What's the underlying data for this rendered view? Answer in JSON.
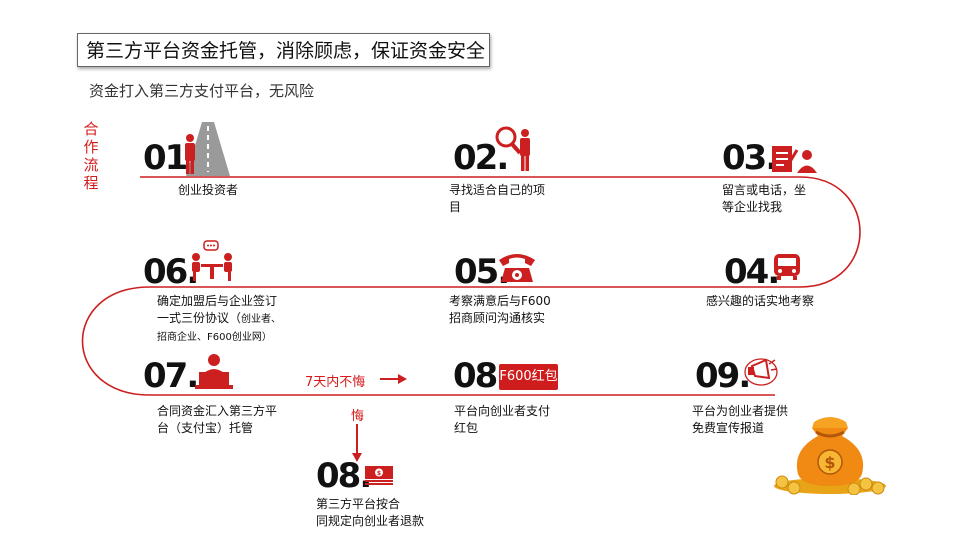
{
  "header": {
    "title": "第三方平台资金托管，消除顾虑，保证资金安全",
    "subtitle": "资金打入第三方支付平台，无风险",
    "flow_label": [
      "合",
      "作",
      "流",
      "程"
    ]
  },
  "steps": [
    {
      "num": "01.",
      "lines": [
        "创业投资者"
      ],
      "icon": "person-road-icon"
    },
    {
      "num": "02.",
      "lines": [
        "寻找适合自己的项",
        "目"
      ],
      "icon": "person-magnifier-icon"
    },
    {
      "num": "03.",
      "lines": [
        "留言或电话，坐",
        "等企业找我"
      ],
      "icon": "pen-paper-person-icon"
    },
    {
      "num": "04.",
      "lines": [
        "感兴趣的话实地考察"
      ],
      "icon": "bus-icon"
    },
    {
      "num": "05.",
      "lines": [
        "考察满意后与F600",
        "招商顾问沟通核实"
      ],
      "icon": "telephone-icon"
    },
    {
      "num": "06.",
      "lines": [
        "确定加盟后与企业签订",
        "一式三份协议（",
        "招商企业、F600创业网）"
      ],
      "small": "创业者、",
      "icon": "meeting-icon"
    },
    {
      "num": "07.",
      "lines": [
        "合同资金汇入第三方平",
        "台（支付宝）托管"
      ],
      "icon": "laptop-user-icon"
    },
    {
      "num": "08.",
      "lines": [
        "平台向创业者支付",
        "红包"
      ],
      "icon": "red-packet-icon",
      "badge": "F600红包"
    },
    {
      "num": "09.",
      "lines": [
        "平台为创业者提供",
        "免费宣传报道"
      ],
      "icon": "megaphone-icon"
    },
    {
      "num": "08.",
      "lines": [
        "第三方平台按合",
        "同规定向创业者退款"
      ],
      "icon": "money-stack-icon"
    }
  ],
  "notes": {
    "horizontal": "7天内不悔",
    "vertical": "悔"
  },
  "colors": {
    "accent": "#d51b1b",
    "track": "#cc1f1f"
  }
}
